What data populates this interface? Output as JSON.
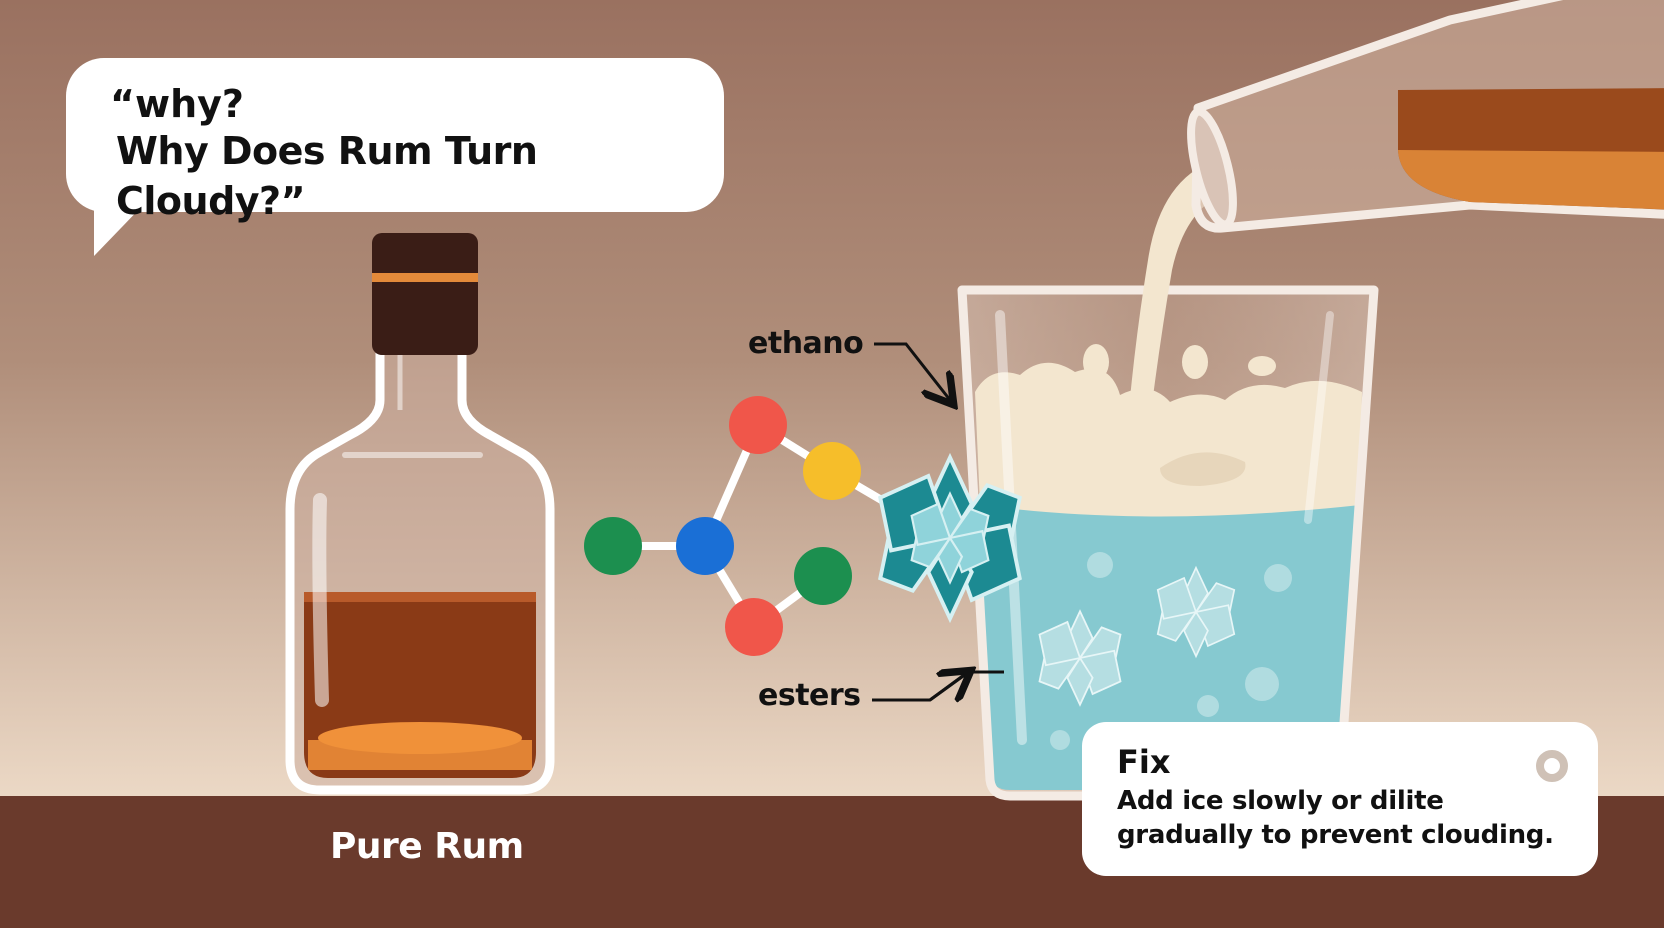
{
  "speech_bubble": {
    "line1": "“why?",
    "line2": "Why Does Rum Turn Cloudy?”"
  },
  "labels": {
    "ethanol": "ethano",
    "esters": "esters",
    "pure_rum": "Pure Rum"
  },
  "fix_card": {
    "title": "Fix",
    "line1": "Add ice slowly or dilite",
    "line2": "gradually to prevent clouding."
  },
  "colors": {
    "background_top": "#9c7461",
    "background_bottom": "#ead7c4",
    "counter": "#6b3b2d",
    "rum": "#8a3a16",
    "rum_highlight": "#f0913a",
    "cap": "#3a1d16",
    "water": "#86c9d0",
    "foam": "#f3e6cf",
    "crystal": "#1c8a92",
    "atom_red": "#f0564a",
    "atom_yellow": "#f6be2a",
    "atom_green": "#1c8f4f",
    "atom_blue": "#1a6fd6"
  }
}
